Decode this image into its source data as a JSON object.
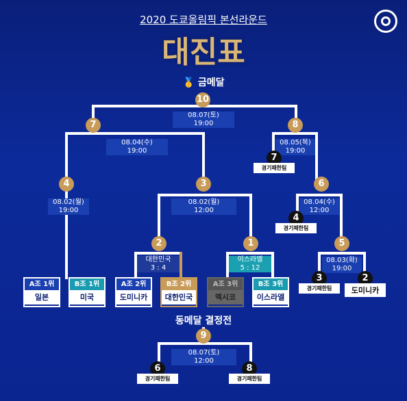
{
  "header": {
    "subtitle": "2020 도쿄올림픽 본선라운드",
    "title": "대진표",
    "gold_label": "금메달",
    "bronze_label": "동메달 결정전"
  },
  "games": {
    "g10": {
      "num": "10",
      "date": "08.07(토)",
      "time": "19:00"
    },
    "g7": {
      "num": "7",
      "date": "08.04(수)",
      "time": "19:00"
    },
    "g8": {
      "num": "8",
      "date": "08.05(목)",
      "time": "19:00"
    },
    "g4": {
      "num": "4",
      "date": "08.02(월)",
      "time": "19:00"
    },
    "g3": {
      "num": "3",
      "date": "08.02(월)",
      "time": "12:00"
    },
    "g6": {
      "num": "6",
      "date": "08.04(수)",
      "time": "12:00"
    },
    "g2": {
      "num": "2",
      "score_team": "대한민국",
      "score": "3 : 4"
    },
    "g1": {
      "num": "1",
      "score_team": "이스라엘",
      "score": "5 : 12"
    },
    "g5": {
      "num": "5",
      "date": "08.03(화)",
      "time": "19:00"
    },
    "g9": {
      "num": "9",
      "date": "08.07(토)",
      "time": "12:00"
    }
  },
  "losers": {
    "l7": {
      "num": "7",
      "label": "경기패한팀"
    },
    "l4": {
      "num": "4",
      "label": "경기패한팀"
    },
    "l3": {
      "num": "3",
      "label": "경기패한팀"
    },
    "l2": {
      "num": "2",
      "label": "도미니카"
    },
    "l6": {
      "num": "6",
      "label": "경기패한팀"
    },
    "l8": {
      "num": "8",
      "label": "경기패한팀"
    }
  },
  "teams": [
    {
      "group": "A조 1위",
      "name": "일본"
    },
    {
      "group": "B조 1위",
      "name": "미국"
    },
    {
      "group": "A조 2위",
      "name": "도미니카"
    },
    {
      "group": "B조 2위",
      "name": "대한민국"
    },
    {
      "group": "A조 3위",
      "name": "멕시코"
    },
    {
      "group": "B조 3위",
      "name": "이스라엘"
    }
  ],
  "colors": {
    "background": "#0b2590",
    "gold": "#c89b58",
    "group_a": "#1a3fb0",
    "group_b": "#1a9bb0"
  }
}
